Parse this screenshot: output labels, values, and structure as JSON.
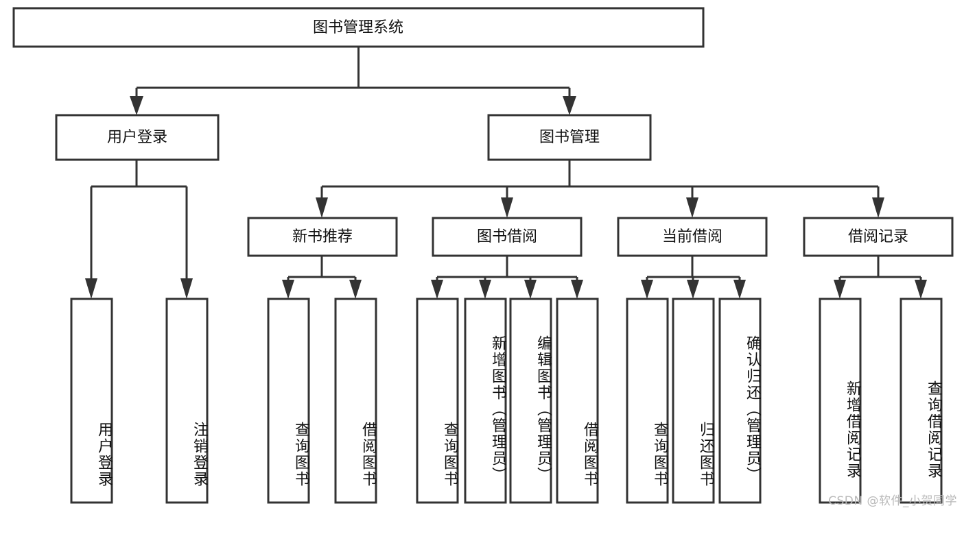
{
  "diagram": {
    "type": "tree-hierarchy-flowchart",
    "title": "图书管理系统",
    "orientation": "top-down",
    "watermark": "CSDN @软件_小贺同学",
    "colors": {
      "background": "#ffffff",
      "box_fill": "#ffffff",
      "box_stroke": "#333333",
      "connector": "#333333",
      "text": "#111111",
      "watermark": "#b9b9b9"
    },
    "nodes": {
      "root": {
        "id": "root",
        "label": "图书管理系统",
        "level": 0,
        "orientation": "horizontal"
      },
      "level1": [
        {
          "id": "user-login",
          "label": "用户登录",
          "level": 1,
          "orientation": "horizontal"
        },
        {
          "id": "book-manage",
          "label": "图书管理",
          "level": 1,
          "orientation": "horizontal"
        }
      ],
      "level2": [
        {
          "id": "new-book-rec",
          "label": "新书推荐",
          "level": 2,
          "orientation": "horizontal",
          "parent": "book-manage"
        },
        {
          "id": "book-borrow",
          "label": "图书借阅",
          "level": 2,
          "orientation": "horizontal",
          "parent": "book-manage"
        },
        {
          "id": "current-borrow",
          "label": "当前借阅",
          "level": 2,
          "orientation": "horizontal",
          "parent": "book-manage"
        },
        {
          "id": "borrow-record",
          "label": "借阅记录",
          "level": 2,
          "orientation": "horizontal",
          "parent": "book-manage"
        }
      ],
      "leaves": [
        {
          "id": "leaf-user-login",
          "label": "用户登录",
          "parent": "user-login",
          "orientation": "vertical"
        },
        {
          "id": "leaf-user-logout",
          "label": "注销登录",
          "parent": "user-login",
          "orientation": "vertical"
        },
        {
          "id": "leaf-query-book-1",
          "label": "查询图书",
          "parent": "new-book-rec",
          "orientation": "vertical"
        },
        {
          "id": "leaf-borrow-book-1",
          "label": "借阅图书",
          "parent": "new-book-rec",
          "orientation": "vertical"
        },
        {
          "id": "leaf-query-book-2",
          "label": "查询图书",
          "parent": "book-borrow",
          "orientation": "vertical"
        },
        {
          "id": "leaf-add-book",
          "label": "新增图书（管理员）",
          "parent": "book-borrow",
          "orientation": "vertical"
        },
        {
          "id": "leaf-edit-book",
          "label": "编辑图书（管理员）",
          "parent": "book-borrow",
          "orientation": "vertical"
        },
        {
          "id": "leaf-borrow-book-2",
          "label": "借阅图书",
          "parent": "book-borrow",
          "orientation": "vertical"
        },
        {
          "id": "leaf-query-book-3",
          "label": "查询图书",
          "parent": "current-borrow",
          "orientation": "vertical"
        },
        {
          "id": "leaf-return-book",
          "label": "归还图书",
          "parent": "current-borrow",
          "orientation": "vertical"
        },
        {
          "id": "leaf-confirm-return",
          "label": "确认归还（管理员）",
          "parent": "current-borrow",
          "orientation": "vertical"
        },
        {
          "id": "leaf-add-record",
          "label": "新增借阅记录",
          "parent": "borrow-record",
          "orientation": "vertical"
        },
        {
          "id": "leaf-query-record",
          "label": "查询借阅记录",
          "parent": "borrow-record",
          "orientation": "vertical"
        }
      ]
    },
    "edges": [
      {
        "from": "root",
        "to": "user-login"
      },
      {
        "from": "root",
        "to": "book-manage"
      },
      {
        "from": "user-login",
        "to": "leaf-user-login"
      },
      {
        "from": "user-login",
        "to": "leaf-user-logout"
      },
      {
        "from": "book-manage",
        "to": "new-book-rec"
      },
      {
        "from": "book-manage",
        "to": "book-borrow"
      },
      {
        "from": "book-manage",
        "to": "current-borrow"
      },
      {
        "from": "book-manage",
        "to": "borrow-record"
      },
      {
        "from": "new-book-rec",
        "to": "leaf-query-book-1"
      },
      {
        "from": "new-book-rec",
        "to": "leaf-borrow-book-1"
      },
      {
        "from": "book-borrow",
        "to": "leaf-query-book-2"
      },
      {
        "from": "book-borrow",
        "to": "leaf-add-book"
      },
      {
        "from": "book-borrow",
        "to": "leaf-edit-book"
      },
      {
        "from": "book-borrow",
        "to": "leaf-borrow-book-2"
      },
      {
        "from": "current-borrow",
        "to": "leaf-query-book-3"
      },
      {
        "from": "current-borrow",
        "to": "leaf-return-book"
      },
      {
        "from": "current-borrow",
        "to": "leaf-confirm-return"
      },
      {
        "from": "borrow-record",
        "to": "leaf-add-record"
      },
      {
        "from": "borrow-record",
        "to": "leaf-query-record"
      }
    ]
  }
}
